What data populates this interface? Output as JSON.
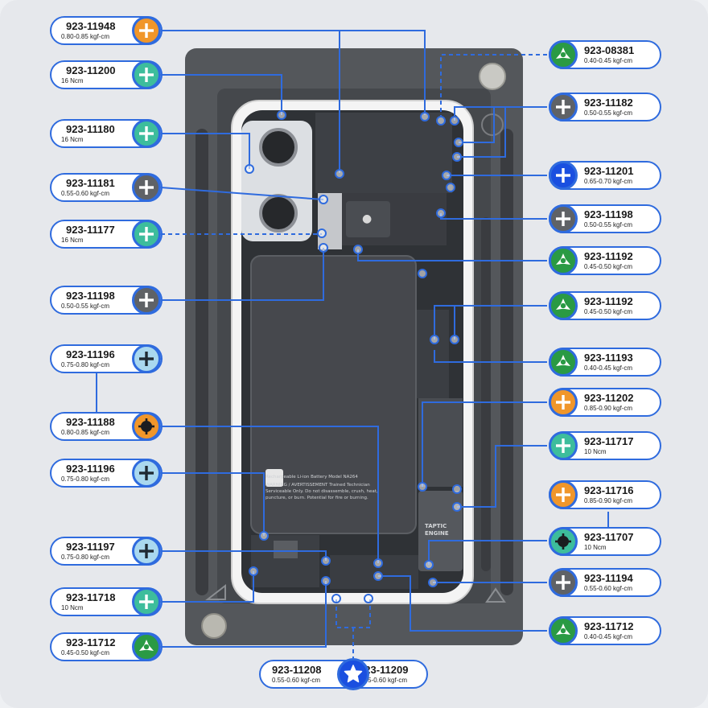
{
  "colors": {
    "accent_line": "#2f6bde",
    "orange": "#f0962a",
    "teal": "#3dbd9c",
    "gray": "#5f6266",
    "green": "#2a9a44",
    "blue": "#1a4fe0",
    "light_blue": "#a9d8ef",
    "phone_frame": "#f2f2f2",
    "fixture": "#55585c"
  },
  "phone": {
    "taptic_label_line1": "TAPTIC",
    "taptic_label_line2": "ENGINE",
    "battery_warning_line1": "Rechargeable Li-ion Battery  Model NA264",
    "battery_warning_line2": "WARNING / AVERTISSEMENT  Trained Technician",
    "battery_warning_line3": "Serviceable Only. Do not disassemble, crush, heat,",
    "battery_warning_line4": "puncture, or burn. Potential for fire or burning."
  },
  "left_labels": [
    {
      "part": "923-11948",
      "torque": "0.80-0.85 kgf-cm",
      "bit": "phillips",
      "color": "orange",
      "icon": "phillips-screw-icon"
    },
    {
      "part": "923-11200",
      "torque": "16 Ncm",
      "bit": "phillips",
      "color": "teal",
      "icon": "phillips-screw-icon"
    },
    {
      "part": "923-11180",
      "torque": "16 Ncm",
      "bit": "phillips",
      "color": "teal",
      "icon": "phillips-screw-icon"
    },
    {
      "part": "923-11181",
      "torque": "0.55-0.60 kgf-cm",
      "bit": "phillips",
      "color": "gray",
      "icon": "phillips-screw-icon"
    },
    {
      "part": "923-11177",
      "torque": "16 Ncm",
      "bit": "phillips",
      "color": "teal",
      "icon": "phillips-screw-icon"
    },
    {
      "part": "923-11198",
      "torque": "0.50-0.55 kgf-cm",
      "bit": "phillips",
      "color": "gray",
      "icon": "phillips-screw-icon"
    },
    {
      "part": "923-11196",
      "torque": "0.75-0.80 kgf-cm",
      "bit": "phillips",
      "color": "light_blue",
      "icon": "phillips-screw-icon"
    },
    {
      "part": "923-11188",
      "torque": "0.80-0.85 kgf-cm",
      "bit": "standoff",
      "color": "orange",
      "icon": "standoff-screw-icon"
    },
    {
      "part": "923-11196",
      "torque": "0.75-0.80 kgf-cm",
      "bit": "phillips",
      "color": "light_blue",
      "icon": "phillips-screw-icon"
    },
    {
      "part": "923-11197",
      "torque": "0.75-0.80 kgf-cm",
      "bit": "phillips",
      "color": "light_blue",
      "icon": "phillips-screw-icon"
    },
    {
      "part": "923-11718",
      "torque": "10 Ncm",
      "bit": "phillips",
      "color": "teal",
      "icon": "phillips-screw-icon"
    },
    {
      "part": "923-11712",
      "torque": "0.45-0.50 kgf-cm",
      "bit": "tri-point",
      "color": "green",
      "icon": "tri-point-screw-icon"
    }
  ],
  "right_labels": [
    {
      "part": "923-08381",
      "torque": "0.40-0.45 kgf-cm",
      "bit": "tri-point",
      "color": "green",
      "icon": "tri-point-screw-icon"
    },
    {
      "part": "923-11182",
      "torque": "0.50-0.55 kgf-cm",
      "bit": "phillips",
      "color": "gray",
      "icon": "phillips-screw-icon"
    },
    {
      "part": "923-11201",
      "torque": "0.65-0.70 kgf-cm",
      "bit": "phillips",
      "color": "blue",
      "icon": "phillips-screw-icon"
    },
    {
      "part": "923-11198",
      "torque": "0.50-0.55 kgf-cm",
      "bit": "phillips",
      "color": "gray",
      "icon": "phillips-screw-icon"
    },
    {
      "part": "923-11192",
      "torque": "0.45-0.50 kgf-cm",
      "bit": "tri-point",
      "color": "green",
      "icon": "tri-point-screw-icon"
    },
    {
      "part": "923-11192",
      "torque": "0.45-0.50 kgf-cm",
      "bit": "tri-point",
      "color": "green",
      "icon": "tri-point-screw-icon"
    },
    {
      "part": "923-11193",
      "torque": "0.40-0.45 kgf-cm",
      "bit": "tri-point",
      "color": "green",
      "icon": "tri-point-screw-icon"
    },
    {
      "part": "923-11202",
      "torque": "0.85-0.90 kgf-cm",
      "bit": "phillips",
      "color": "orange",
      "icon": "phillips-screw-icon"
    },
    {
      "part": "923-11717",
      "torque": "10 Ncm",
      "bit": "phillips",
      "color": "teal",
      "icon": "phillips-screw-icon"
    },
    {
      "part": "923-11716",
      "torque": "0.85-0.90 kgf-cm",
      "bit": "phillips",
      "color": "orange",
      "icon": "phillips-screw-icon"
    },
    {
      "part": "923-11707",
      "torque": "10 Ncm",
      "bit": "standoff",
      "color": "teal",
      "icon": "standoff-screw-icon"
    },
    {
      "part": "923-11194",
      "torque": "0.55-0.60 kgf-cm",
      "bit": "phillips",
      "color": "gray",
      "icon": "phillips-screw-icon"
    },
    {
      "part": "923-11712",
      "torque": "0.40-0.45 kgf-cm",
      "bit": "tri-point",
      "color": "green",
      "icon": "tri-point-screw-icon"
    }
  ],
  "bottom_label": {
    "left_part": "923-11208",
    "left_torque": "0.55-0.60 kgf-cm",
    "right_part": "923-11209",
    "right_torque": "0.55-0.60 kgf-cm",
    "bit": "pentalobe",
    "color": "blue",
    "icon": "pentalobe-screw-icon"
  }
}
